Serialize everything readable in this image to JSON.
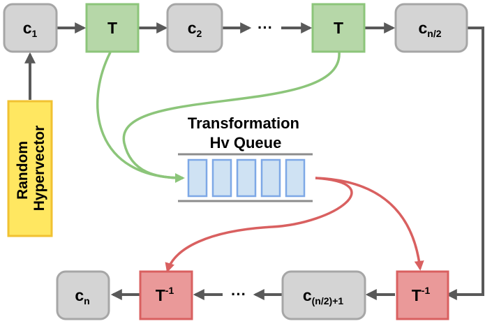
{
  "nodes": {
    "c1": {
      "main": "c",
      "sub": "1"
    },
    "t1": {
      "main": "T"
    },
    "c2": {
      "main": "c",
      "sub": "2"
    },
    "dots_top": "···",
    "t2": {
      "main": "T"
    },
    "cn2": {
      "main": "c",
      "sub": "n/2"
    },
    "random_hv": {
      "line1": "Random",
      "line2": "Hypervector"
    },
    "queue": {
      "title_line1": "Transformation",
      "title_line2": "Hv Queue",
      "slot_count": 5
    },
    "tinv_right": {
      "main": "T",
      "sup": "-1"
    },
    "cn2p1": {
      "main": "c",
      "sub": "(n/2)+1"
    },
    "dots_bottom": "···",
    "tinv_left": {
      "main": "T",
      "sup": "-1"
    },
    "cn": {
      "main": "c",
      "sub": "n"
    }
  },
  "colors": {
    "gray_fill": "#d4d4d4",
    "gray_stroke": "#a6a6a6",
    "green_fill": "#b6d7a8",
    "green_stroke": "#8cc57a",
    "red_fill": "#ea9999",
    "red_stroke": "#d96060",
    "yellow_fill": "#ffe761",
    "yellow_stroke": "#f1c232",
    "blue_fill": "#cfe2f3",
    "blue_stroke": "#7ea8e6",
    "arrow_dark": "#595959",
    "queue_line": "#8c8c8c"
  }
}
